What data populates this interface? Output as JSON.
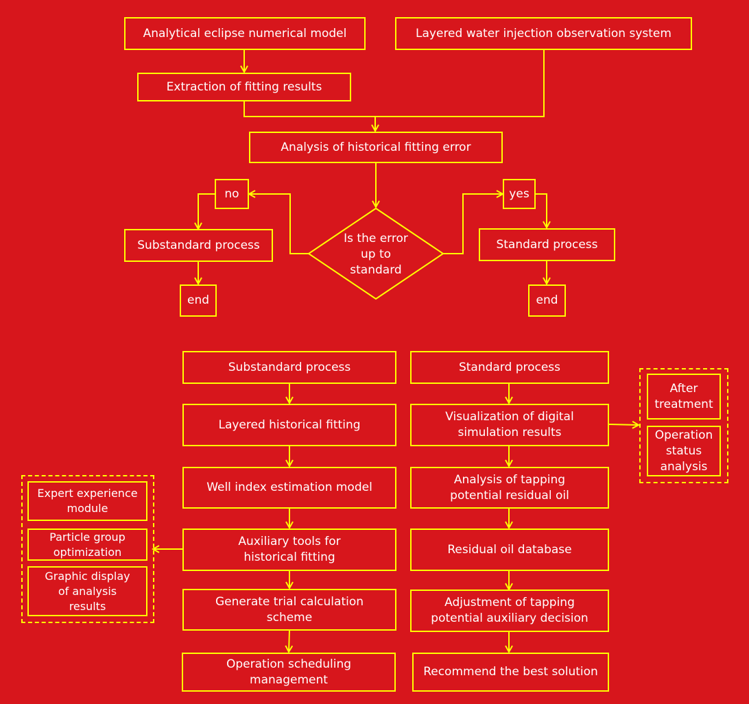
{
  "top": {
    "model": "Analytical eclipse numerical model",
    "observation": "Layered water injection observation system",
    "extraction": "Extraction of fitting results",
    "error_analysis": "Analysis of historical fitting error",
    "decision": "Is the error\nup to\nstandard",
    "no": "no",
    "yes": "yes",
    "substandard": "Substandard process",
    "standard": "Standard process",
    "end_left": "end",
    "end_right": "end"
  },
  "left_column": [
    "Substandard process",
    "Layered historical fitting",
    "Well index estimation model",
    "Auxiliary tools for\nhistorical fitting",
    "Generate trial calculation\nscheme",
    "Operation scheduling\nmanagement"
  ],
  "right_column": [
    "Standard process",
    "Visualization of digital\nsimulation results",
    "Analysis of tapping\npotential residual oil",
    "Residual oil database",
    "Adjustment of tapping\npotential auxiliary decision",
    "Recommend the best solution"
  ],
  "left_tools": [
    "Expert experience\nmodule",
    "Particle group\noptimization",
    "Graphic display\nof analysis\nresults"
  ],
  "right_tools": [
    "After\ntreatment",
    "Operation\nstatus\nanalysis"
  ],
  "colors": {
    "background": "#d7161c",
    "line": "#ffff00",
    "text": "#ffffff"
  }
}
